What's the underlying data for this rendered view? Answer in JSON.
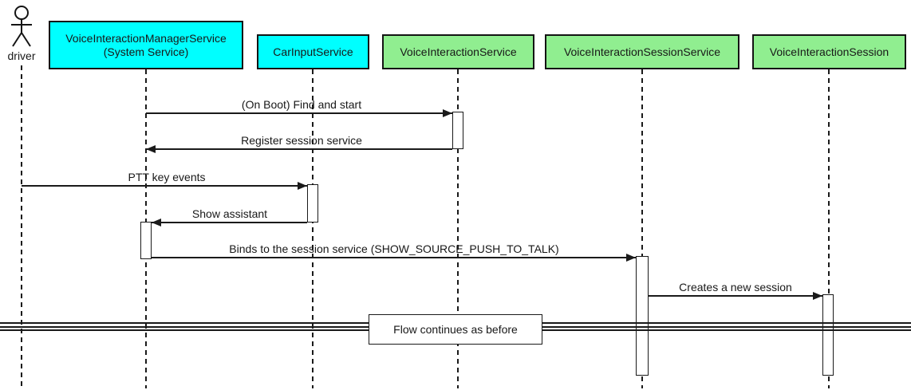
{
  "diagram_type": "uml-sequence",
  "actor": {
    "label": "driver"
  },
  "participants": [
    {
      "line1": "VoiceInteractionManagerService",
      "line2": "(System Service)",
      "fill": "#00FFFF"
    },
    {
      "line1": "CarInputService",
      "line2": "",
      "fill": "#00FFFF"
    },
    {
      "line1": "VoiceInteractionService",
      "line2": "",
      "fill": "#90EE90"
    },
    {
      "line1": "VoiceInteractionSessionService",
      "line2": "",
      "fill": "#90EE90"
    },
    {
      "line1": "VoiceInteractionSession",
      "line2": "",
      "fill": "#90EE90"
    }
  ],
  "messages": [
    {
      "label": "(On Boot) Find and start",
      "from": "VoiceInteractionManagerService",
      "to": "VoiceInteractionService"
    },
    {
      "label": "Register session service",
      "from": "VoiceInteractionService",
      "to": "VoiceInteractionManagerService"
    },
    {
      "label": "PTT key events",
      "from": "driver",
      "to": "CarInputService"
    },
    {
      "label": "Show assistant",
      "from": "CarInputService",
      "to": "VoiceInteractionManagerService"
    },
    {
      "label": "Binds to the session service (SHOW_SOURCE_PUSH_TO_TALK)",
      "from": "VoiceInteractionManagerService",
      "to": "VoiceInteractionSessionService"
    },
    {
      "label": "Creates a new session",
      "from": "VoiceInteractionSessionService",
      "to": "VoiceInteractionSession"
    }
  ],
  "divider": {
    "label": "Flow continues as before"
  },
  "colors": {
    "participant_cyan": "#00FFFF",
    "participant_green": "#90EE90",
    "stroke": "#1A1A1A",
    "background": "#FFFFFF"
  }
}
